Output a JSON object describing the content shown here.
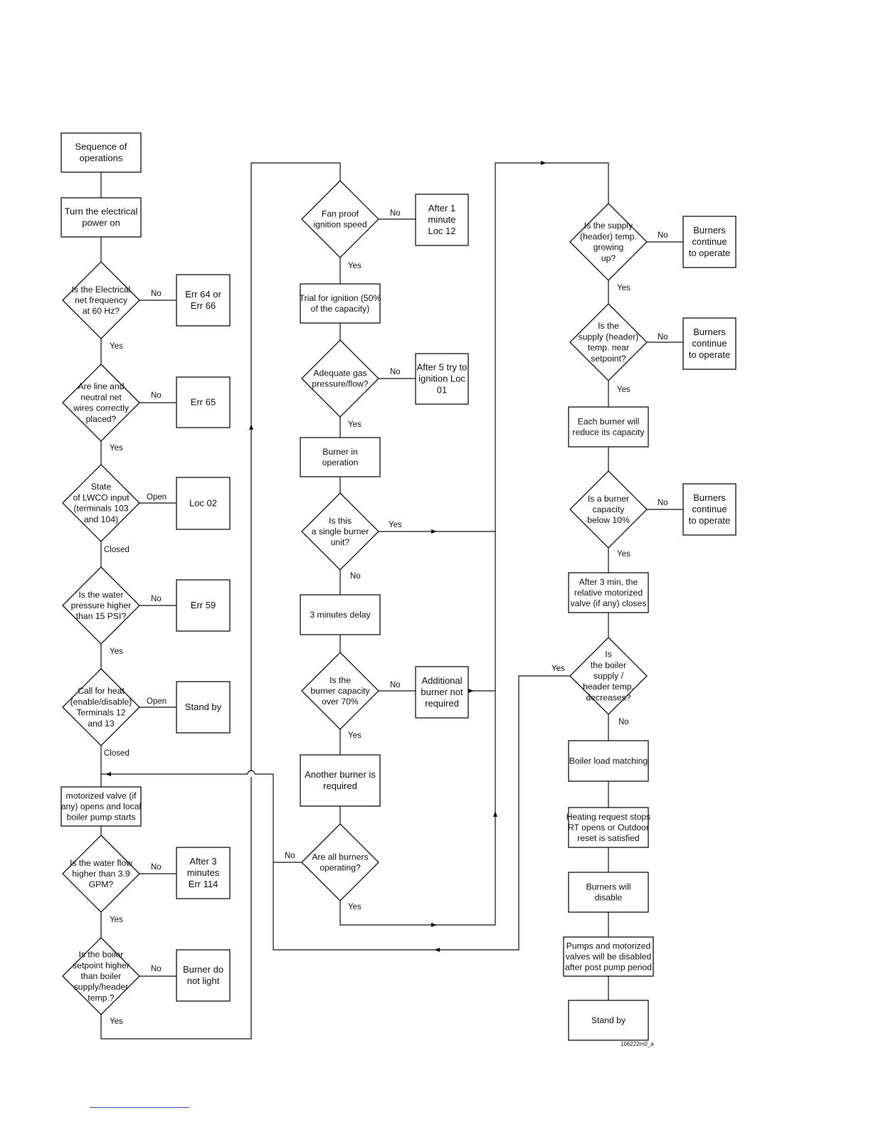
{
  "nodes": {
    "start": "Sequence of\noperations",
    "power": "Turn the electrical\npower on",
    "freq_q": "Is the Electrical\nnet frequency\nat 60 Hz?",
    "err64": "Err 64 or\nErr 66",
    "wires_q": "Are line and\nneutral net\nwires correctly\nplaced?",
    "err65": "Err 65",
    "lwco_q": "State\nof LWCO input\n(terminals 103\nand 104)",
    "loc02": "Loc 02",
    "press_q": "Is the water\npressure higher\nthan 15 PSI?",
    "err59": "Err 59",
    "heat_q": "Call for heat\n(enable/disable)\nTerminals 12\nand 13",
    "standby1": "Stand by",
    "valve_open": "motorized valve (if\nany) opens and local\nboiler pump starts",
    "flow_q": "Is the water flow\nhigher than 3.9\nGPM?",
    "err114": "After 3\nminutes\nErr 114",
    "setpoint_q": "Is the boiler\nsetpoint higher\nthan boiler\nsupply/header\ntemp.?",
    "nolight": "Burner do\nnot light",
    "fan_q": "Fan proof\nignition speed",
    "loc12": "After 1\nminute\nLoc 12",
    "trial": "Trial for ignition (50%\nof the capacity)",
    "gas_q": "Adequate gas\npressure/flow?",
    "loc01": "After 5 try to\nignition Loc\n01",
    "burner_op": "Burner in\noperation",
    "single_q": "Is this\na  single burner\nunit?",
    "delay": "3 minutes delay",
    "cap70_q": "Is the\nburner capacity\nover 70%",
    "not_req": "Additional\nburner not\nrequired",
    "another": "Another burner is\nrequired",
    "allburn_q": "Are all burners\noperating?",
    "growing_q": "Is the supply\n(header) temp.\ngrowing\nup?",
    "cont1": "Burners\ncontinue\nto operate",
    "near_q": "Is the\nsupply (header)\ntemp. near\nsetpoint?",
    "cont2": "Burners\ncontinue\nto operate",
    "reduce": "Each burner will\nreduce its capacity",
    "below10_q": "Is a burner\ncapacity\nbelow 10%",
    "cont3": "Burners\ncontinue\nto operate",
    "valve_close": "After 3 min, the\nrelative motorized\nvalve (if any) closes",
    "decrease_q": "Is\nthe boiler\nsupply /\nheader temp.\ndecreases?",
    "matching": "Boiler load matching",
    "stops": "Heating request stops\nRT opens or Outdoor\nreset is satisfied",
    "disable": "Burners will\ndisable",
    "pumps": "Pumps and motorized\nvalves will be disabled\nafter post pump period",
    "standby2": "Stand by"
  },
  "labels": {
    "freq_no": "No",
    "freq_yes": "Yes",
    "wires_no": "No",
    "wires_yes": "Yes",
    "lwco_open": "Open",
    "lwco_closed": "Closed",
    "press_no": "No",
    "press_yes": "Yes",
    "heat_open": "Open",
    "heat_closed": "Closed",
    "flow_no": "No",
    "flow_yes": "Yes",
    "setpoint_no": "No",
    "setpoint_yes": "Yes",
    "fan_no": "No",
    "fan_yes": "Yes",
    "gas_no": "No",
    "gas_yes": "Yes",
    "single_yes": "Yes",
    "single_no": "No",
    "cap70_no": "No",
    "cap70_yes": "Yes",
    "allburn_no": "No",
    "allburn_yes": "Yes",
    "growing_no": "No",
    "growing_yes": "Yes",
    "near_no": "No",
    "near_yes": "Yes",
    "below10_no": "No",
    "below10_yes": "Yes",
    "decrease_yes": "Yes",
    "decrease_no": "No"
  },
  "figure_code": "106222m0_a"
}
